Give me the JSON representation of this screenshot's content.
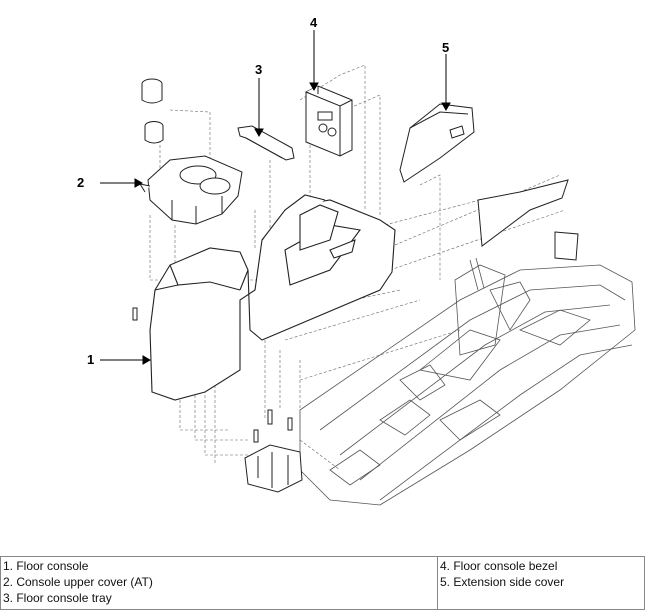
{
  "callouts": {
    "c1": "1",
    "c2": "2",
    "c3": "3",
    "c4": "4",
    "c5": "5"
  },
  "legend": {
    "left": [
      "1. Floor console",
      "2. Console upper cover (AT)",
      "3. Floor console tray"
    ],
    "right": [
      "4. Floor console bezel",
      "5. Extension side cover"
    ]
  }
}
